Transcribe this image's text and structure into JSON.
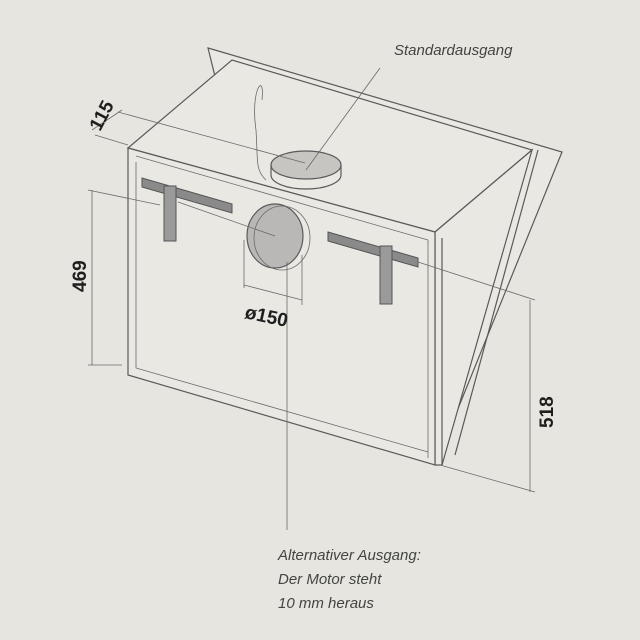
{
  "labels": {
    "standard_outlet": "Standardausgang",
    "alt_outlet_line1": "Alternativer Ausgang:",
    "alt_outlet_line2": "Der Motor steht",
    "alt_outlet_line3": "10 mm heraus"
  },
  "dimensions": {
    "depth_top": "115",
    "height_front": "469",
    "height_total": "518",
    "outlet_diameter": "ø150"
  },
  "colors": {
    "background": "#e6e5df",
    "line": "#5a5a5a",
    "duct": "#b9b8b6"
  }
}
